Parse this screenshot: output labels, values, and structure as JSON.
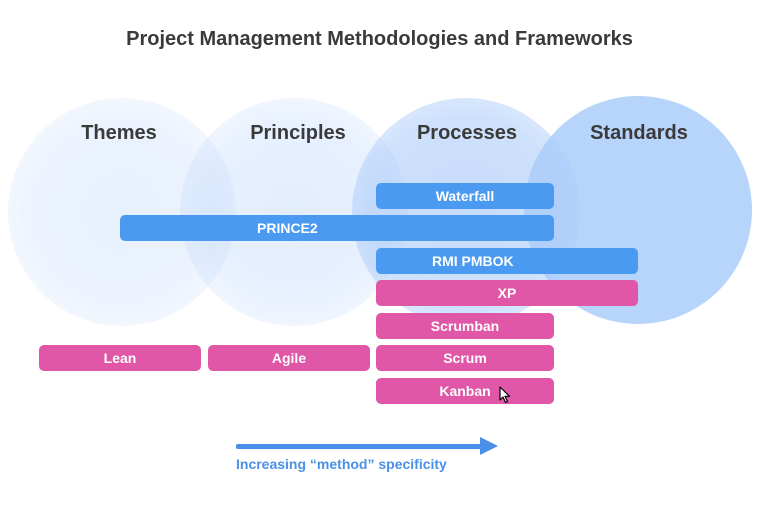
{
  "title": "Project Management Methodologies and Frameworks",
  "columns": [
    "Themes",
    "Principles",
    "Processes",
    "Standards"
  ],
  "bars": {
    "waterfall": "Waterfall",
    "prince2": "PRINCE2",
    "rmi_pmbok": "RMI PMBOK",
    "xp": "XP",
    "scrumban": "Scrumban",
    "lean": "Lean",
    "agile": "Agile",
    "scrum": "Scrum",
    "kanban": "Kanban"
  },
  "arrow_caption": "Increasing “method” specificity",
  "colors": {
    "blue_bar": "#4a9af1",
    "pink_bar": "#df57a6",
    "circle": "#b0cefa",
    "arrow": "#4a90e8"
  }
}
